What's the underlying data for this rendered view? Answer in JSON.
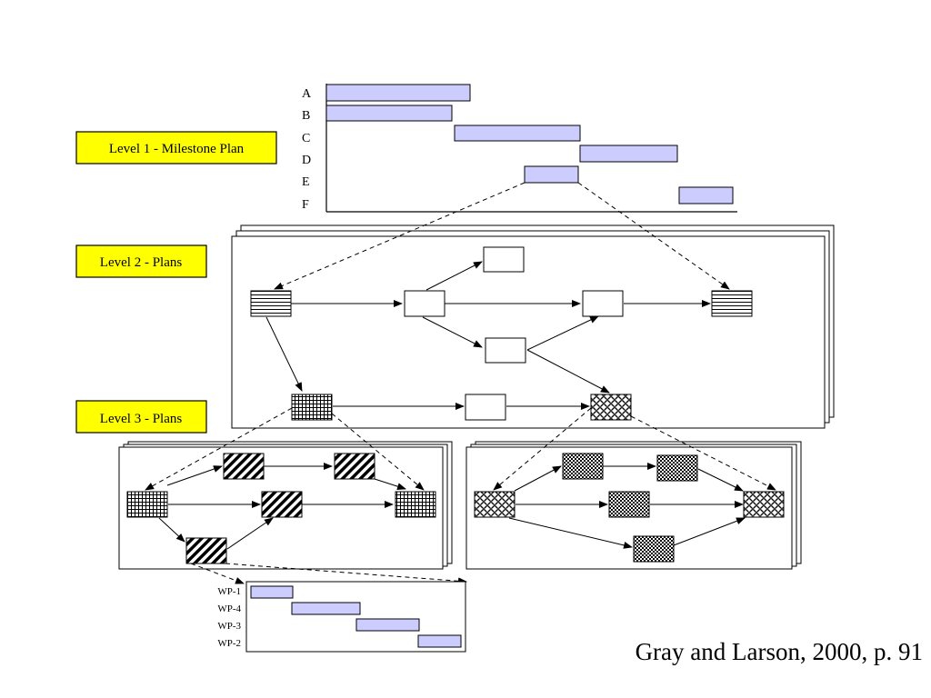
{
  "labels": {
    "level1": "Level 1 - Milestone Plan",
    "level2": "Level 2 - Plans",
    "level3": "Level 3 - Plans"
  },
  "milestone_rows": [
    "A",
    "B",
    "C",
    "D",
    "E",
    "F"
  ],
  "work_package_rows": [
    "WP-1",
    "WP-4",
    "WP-3",
    "WP-2"
  ],
  "citation": "Gray and Larson, 2000, p. 91",
  "colors": {
    "label_fill": "#ffff00",
    "bar_fill": "#ccccff",
    "line": "#000000"
  }
}
